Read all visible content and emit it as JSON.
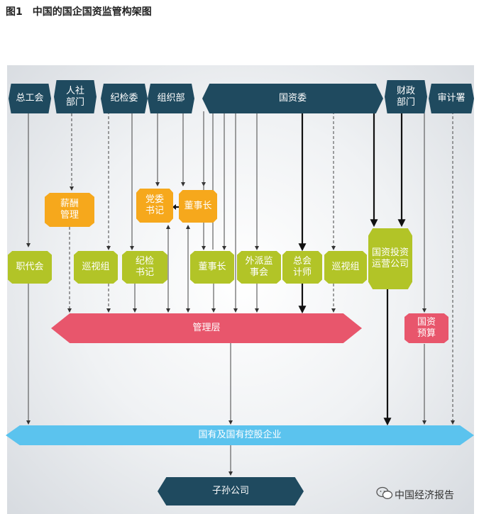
{
  "figure": {
    "number": "图1",
    "title": "中国的国企国资监管构架图"
  },
  "top_row": {
    "union": "总工会",
    "hr_dept": "人社部门",
    "discipline": "纪检委",
    "org_dept": "组织部",
    "sasac": "国资委",
    "finance_dept": "财政部门",
    "audit": "审计署"
  },
  "middle": {
    "salary_mgmt": "薪酬管理",
    "party_secretary": "党委书记",
    "chairman_top": "董事长",
    "ops_company": "国资投资运营公司",
    "staff_congress": "职代会",
    "inspection_left": "巡视组",
    "discipline_secretary": "纪检书记",
    "chairman": "董事长",
    "supervisory_board": "外派监事会",
    "chief_accountant": "总会计师",
    "inspection_right": "巡视组",
    "state_budget": "国资预算"
  },
  "management": "管理层",
  "soe": "国有及国有控股企业",
  "subsidiary": "子孙公司",
  "watermark": {
    "label": "中国经济报告",
    "icon": "wechat-icon"
  },
  "colors": {
    "navy": "#1f4a5f",
    "green": "#b2c427",
    "orange": "#f6a81c",
    "pink": "#e8566c",
    "blue": "#5bc3ee"
  }
}
